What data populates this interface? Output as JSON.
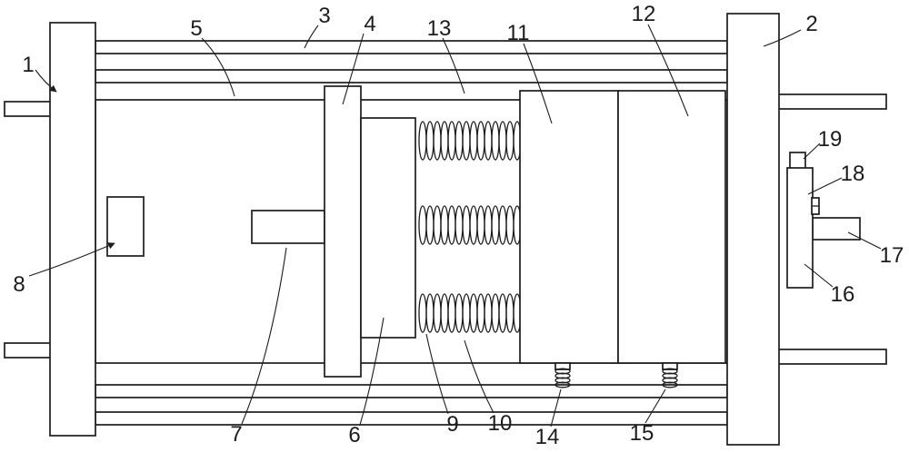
{
  "figure": {
    "background": "#ffffff",
    "line_color": "#1c1c1c",
    "callouts": [
      {
        "num": "1"
      },
      {
        "num": "2"
      },
      {
        "num": "3"
      },
      {
        "num": "4"
      },
      {
        "num": "5"
      },
      {
        "num": "6"
      },
      {
        "num": "7"
      },
      {
        "num": "8"
      },
      {
        "num": "9"
      },
      {
        "num": "10"
      },
      {
        "num": "11"
      },
      {
        "num": "12"
      },
      {
        "num": "13"
      },
      {
        "num": "14"
      },
      {
        "num": "15"
      },
      {
        "num": "16"
      },
      {
        "num": "17"
      },
      {
        "num": "18"
      },
      {
        "num": "19"
      }
    ]
  }
}
